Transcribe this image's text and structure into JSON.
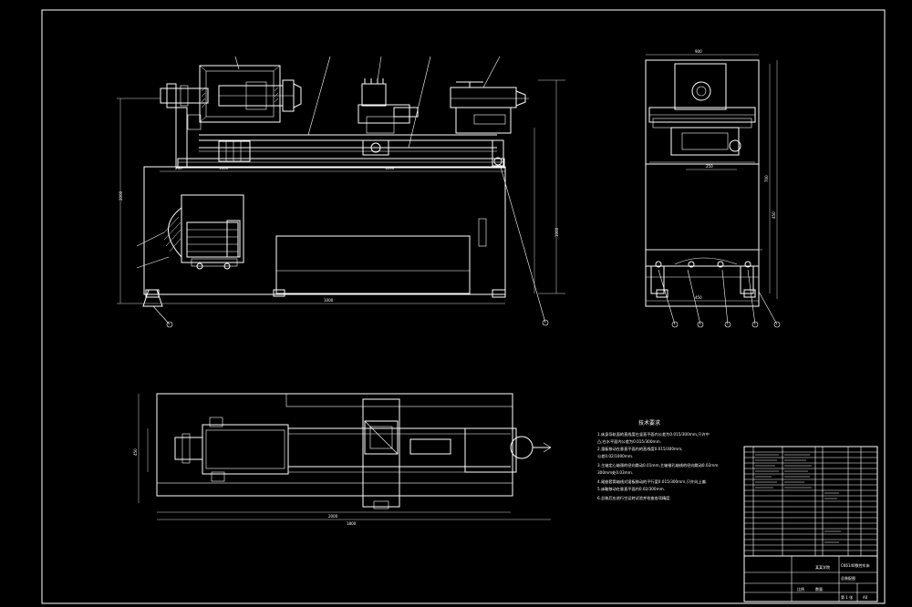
{
  "colors": {
    "background": "#000000",
    "lines": "#ffffff"
  },
  "notes": {
    "title": "技术要求",
    "items": [
      "1.床身导轨面的直线度在竖直平面内公差为0.015/300mm,只许中",
      "  凸;在水平面内公差为0.015/300mm.",
      "2.溜板移动在垂直平面内的直线度0.015/300mm,",
      "  公差0.02/1000mm.",
      "3.主轴定心轴颈的径向跳动0.01mm,主轴锥孔轴线的径向跳动0.02mm",
      "  300mm处0.03mm.",
      "4.尾座套筒轴线对溜板移动的平行度0.015/300mm,只许向上偏.",
      "5.床鞍移动在垂直平面内0.02/300mm.",
      "6.总装后应进行空运转试验并检查各项精度."
    ]
  },
  "title_block": {
    "drawing_name": "CK6140数控车床",
    "drawing_sub": "总装配图",
    "sheet_size": "A0",
    "scale_label": "比例",
    "qty_label": "数量",
    "sheet_label": "第 1 张",
    "company": "某某学院"
  },
  "dimensions": {
    "front": [
      "2000",
      "1000",
      "200",
      "1000",
      "1200",
      "1000"
    ],
    "side": [
      "900",
      "250",
      "700",
      "450",
      "450"
    ],
    "plan": [
      "2000",
      "1800",
      "450"
    ]
  }
}
